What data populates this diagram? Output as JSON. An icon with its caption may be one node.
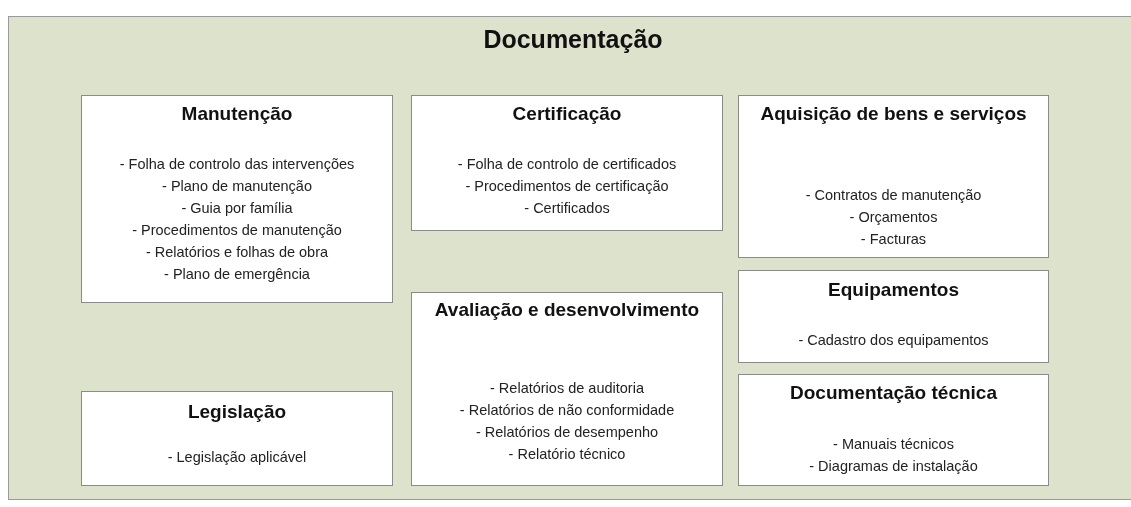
{
  "diagram": {
    "nodes": [
      {
        "text": [
          "Documentação"
        ]
      },
      {
        "text": [
          "Manutenção",
          "- Folha de controlo das intervenções",
          "- Plano de manutenção",
          "- Guia por família",
          "- Procedimentos de manutenção",
          "- Relatórios e folhas de obra",
          "- Plano de emergência"
        ],
        "in": 0
      },
      {
        "text": [
          "Certificação",
          "- Folha de controlo de certificados",
          "- Procedimentos de certificação",
          "- Certificados"
        ],
        "in": 0
      },
      {
        "text": [
          "Aquisição de bens e serviços",
          "- Contratos de manutenção",
          "- Orçamentos",
          "- Facturas"
        ],
        "in": 0
      },
      {
        "text": [
          "Avaliação e desenvolvimento",
          "- Relatórios de auditoria",
          "- Relatórios de não conformidade",
          "- Relatórios de desempenho",
          "- Relatório técnico"
        ],
        "in": 0
      },
      {
        "text": [
          "Equipamentos",
          "- Cadastro dos equipamentos"
        ],
        "in": 0
      },
      {
        "text": [
          "Legislação",
          "- Legislação aplicável"
        ],
        "in": 0
      },
      {
        "text": [
          "Documentação técnica",
          "- Manuais técnicos",
          "- Diagramas de instalação"
        ],
        "in": 0
      }
    ]
  }
}
